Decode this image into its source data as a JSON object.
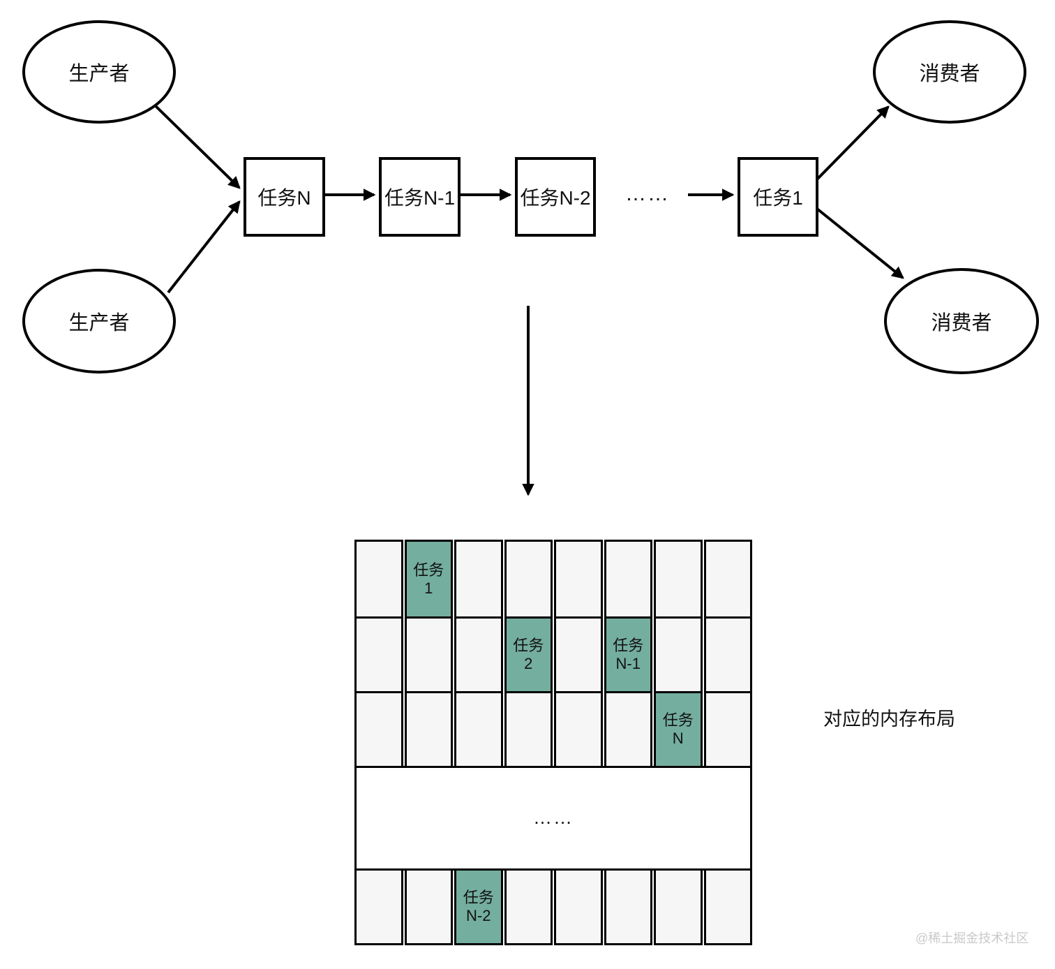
{
  "diagram": {
    "producers": [
      "生产者",
      "生产者"
    ],
    "consumers": [
      "消费者",
      "消费者"
    ],
    "chain": {
      "task_n": "任务N",
      "task_n_minus_1": "任务N-1",
      "task_n_minus_2": "任务N-2",
      "ellipsis": "……",
      "task_1": "任务1"
    }
  },
  "memory": {
    "caption": "对应的内存布局",
    "rows": [
      {
        "cells": [
          "",
          "任务\n1",
          "",
          "",
          "",
          "",
          "",
          ""
        ],
        "highlighted": [
          1
        ]
      },
      {
        "cells": [
          "",
          "",
          "",
          "任务\n2",
          "",
          "任务\nN-1",
          "",
          ""
        ],
        "highlighted": [
          3,
          5
        ]
      },
      {
        "cells": [
          "",
          "",
          "",
          "",
          "",
          "",
          "任务\nN",
          ""
        ],
        "highlighted": [
          6
        ]
      },
      {
        "ellipsis": "……"
      },
      {
        "cells": [
          "",
          "",
          "任务\nN-2",
          "",
          "",
          "",
          "",
          ""
        ],
        "highlighted": [
          2
        ]
      }
    ]
  },
  "colors": {
    "highlight": "#74ae9e",
    "cell_bg": "#f6f6f6",
    "line": "#000000"
  },
  "watermark": "@稀土掘金技术社区"
}
